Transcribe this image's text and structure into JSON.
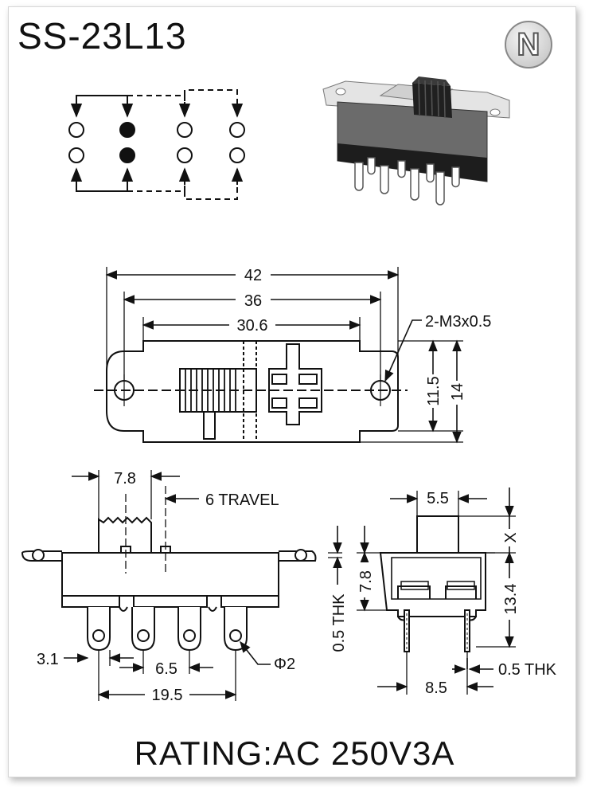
{
  "title": "SS-23L13",
  "rating": "RATING:AC 250V3A",
  "logo_letter": "N",
  "top_view": {
    "dim_42": "42",
    "dim_36": "36",
    "dim_30_6": "30.6",
    "dim_mount": "2-M3x0.5",
    "dim_11_5": "11.5",
    "dim_14": "14"
  },
  "front_view": {
    "dim_7_8": "7.8",
    "travel": "6 TRAVEL",
    "dim_3_1": "3.1",
    "dim_6_5": "6.5",
    "dim_19_5": "19.5",
    "dim_phi2": "Φ2"
  },
  "side_view": {
    "dim_5_5": "5.5",
    "dim_x": "X",
    "dim_7_8": "7.8",
    "dim_13_4": "13.4",
    "thk_left": "0.5 THK",
    "thk_right": "0.5 THK",
    "dim_8_5": "8.5"
  },
  "colors": {
    "line": "#111111",
    "body_dark": "#222222",
    "body_grey": "#6a6a6a"
  }
}
